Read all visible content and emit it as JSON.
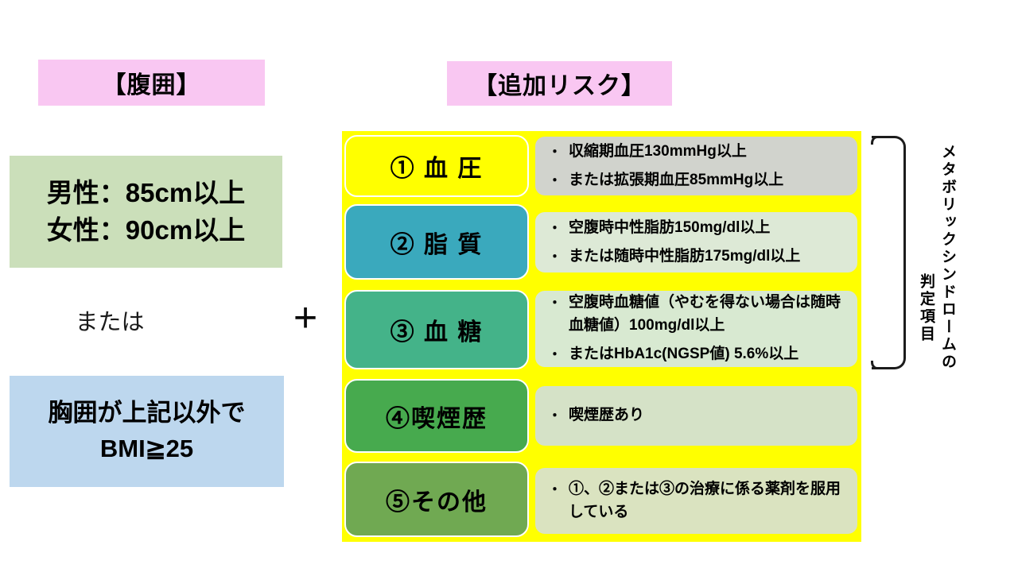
{
  "headers": {
    "waist": "【腹囲】",
    "additional_risk": "【追加リスク】"
  },
  "left": {
    "waist_box": {
      "line1": "男性：85cm以上",
      "line2": "女性：90cm以上"
    },
    "or_label": "または",
    "plus_sign": "+",
    "bmi_box": {
      "line1": "胸囲が上記以外で",
      "line2": "BMI≧25"
    }
  },
  "table": {
    "bullet_char": "・",
    "rows": [
      {
        "label": "① 血 圧",
        "label_bg": "#ffff00",
        "detail_bg": "#d1d3cd",
        "bullets": [
          "収縮期血圧130mmHg以上",
          "または拡張期血圧85mmHg以上"
        ]
      },
      {
        "label": "② 脂 質",
        "label_bg": "#3aa9bd",
        "detail_bg": "#dde9d6",
        "bullets": [
          "空腹時中性脂肪150mg/dl以上",
          "または随時中性脂肪175mg/dl以上"
        ]
      },
      {
        "label": "③ 血 糖",
        "label_bg": "#44b389",
        "detail_bg": "#d8e9d1",
        "bullets": [
          "空腹時血糖値（やむを得ない場合は随時血糖値）100mg/dl以上",
          "またはHbA1c(NGSP値) 5.6%以上"
        ]
      },
      {
        "label": "④喫煙歴",
        "label_bg": "#47aa4e",
        "detail_bg": "#d5e2c7",
        "bullets": [
          "喫煙歴あり"
        ]
      },
      {
        "label": "⑤その他",
        "label_bg": "#70a952",
        "detail_bg": "#dae3c0",
        "bullets": [
          "①、②または③の治療に係る薬剤を服用している"
        ]
      }
    ]
  },
  "annotation": {
    "line1": "メタボリックシンドロームの",
    "line2": "判定項目"
  },
  "colors": {
    "pink_header": "#f9c7f2",
    "table_bg": "#ffff00",
    "waist_box_green": "#cbdfba",
    "bmi_box_blue": "#bdd7ee",
    "bracket_black": "#1c1c1c"
  }
}
